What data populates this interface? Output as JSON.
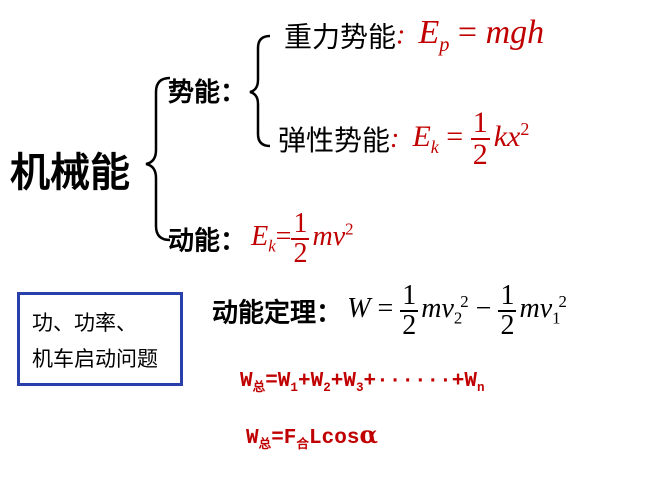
{
  "root": "机械能",
  "potential": {
    "label": "势能：",
    "gravity": {
      "label": "重力势能",
      "colon": ":",
      "lhs": "E",
      "sub": "p",
      "eq": " = ",
      "rhs": "mgh"
    },
    "elastic": {
      "label": "弹性势能",
      "colon": ":",
      "lhs": "E",
      "sub": "k",
      "eq": " = ",
      "num": "1",
      "den": "2",
      "rhs": "kx",
      "sup": "2"
    }
  },
  "kinetic": {
    "label": "动能：",
    "lhs": "E",
    "sub": "k",
    "eq": "=",
    "num": "1",
    "den": "2",
    "rhs": "mv",
    "sup": "2"
  },
  "box": {
    "line1": "功、功率、",
    "line2": "机车启动问题"
  },
  "theorem": {
    "label": "动能定理：",
    "lhs": "W",
    "eq": " = ",
    "num1": "1",
    "den1": "2",
    "t1": "mv",
    "t1sub": "2",
    "t1sup": "2",
    "minus": " − ",
    "num2": "1",
    "den2": "2",
    "t2": "mv",
    "t2sub": "1",
    "t2sup": "2"
  },
  "work_sum": {
    "w": "W",
    "total": "总",
    "mid": "=W",
    "s1": "1",
    "p1": "+W",
    "s2": "2",
    "p2": "+W",
    "s3": "3",
    "p3": "+······+W",
    "sn": "n"
  },
  "work_force": {
    "w": "W",
    "total": "总",
    "eq": "=F",
    "he": "合",
    "tail": "Lcos",
    "alpha": "α"
  }
}
